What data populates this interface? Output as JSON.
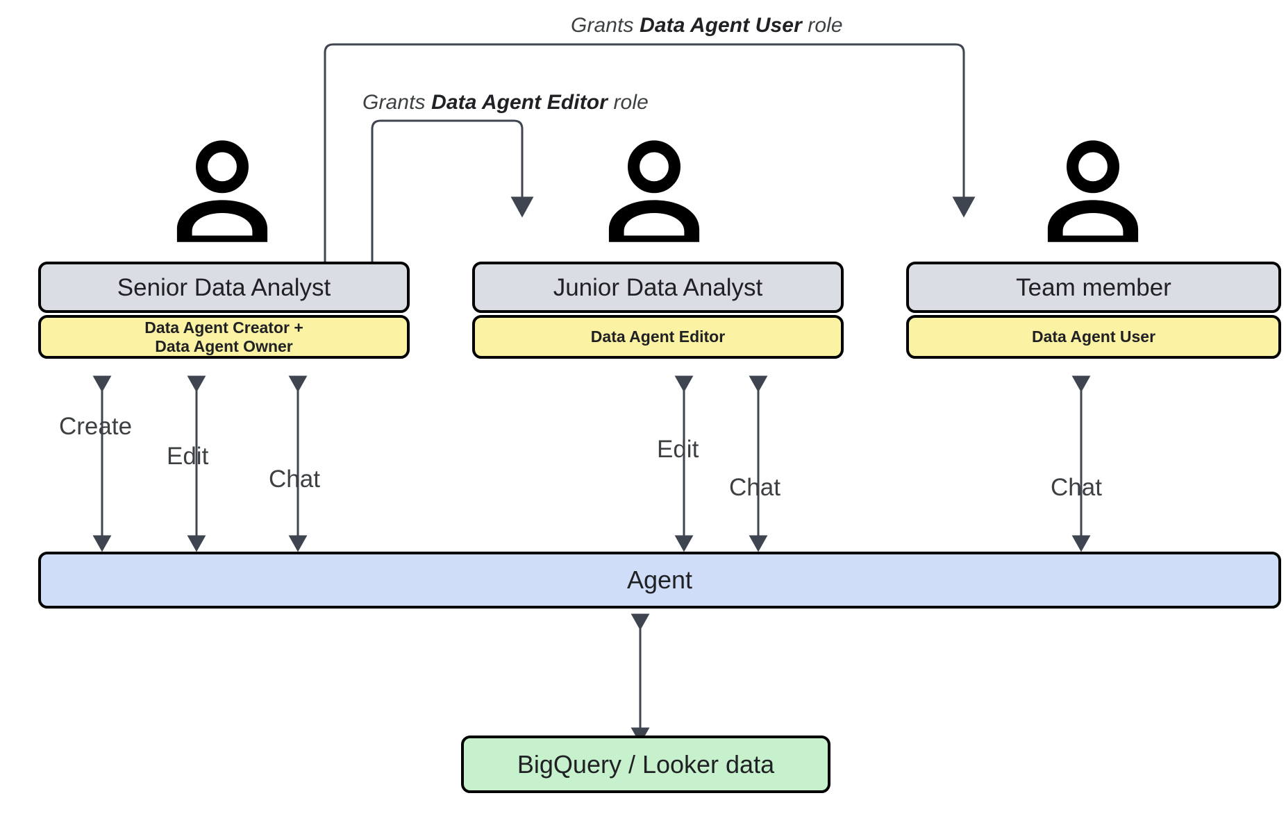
{
  "diagram": {
    "title": "Data Agent roles and permissions diagram",
    "colors": {
      "card_title_bg": "#dadde3",
      "card_role_bg": "#fbf2a4",
      "agent_bg": "#cfddf8",
      "data_bg": "#c7f0cc",
      "border": "#000000",
      "arrow": "#3f4550",
      "text": "#202124"
    }
  },
  "grant_connectors": [
    {
      "id": "grant-user",
      "prefix": "Grants ",
      "emphasis": "Data Agent User",
      "suffix": " role",
      "from": "Senior Data Analyst",
      "to": "Team member"
    },
    {
      "id": "grant-editor",
      "prefix": "Grants ",
      "emphasis": "Data Agent Editor",
      "suffix": " role",
      "from": "Senior Data Analyst",
      "to": "Junior Data Analyst"
    }
  ],
  "personas": [
    {
      "id": "senior-data-analyst",
      "icon": "person-icon",
      "title": "Senior Data Analyst",
      "role_lines": [
        "Data Agent Creator +",
        "Data Agent Owner"
      ],
      "actions": [
        "Create",
        "Edit",
        "Chat"
      ]
    },
    {
      "id": "junior-data-analyst",
      "icon": "person-icon",
      "title": "Junior Data Analyst",
      "role_lines": [
        "Data Agent Editor"
      ],
      "actions": [
        "Edit",
        "Chat"
      ]
    },
    {
      "id": "team-member",
      "icon": "person-icon",
      "title": "Team member",
      "role_lines": [
        "Data Agent User"
      ],
      "actions": [
        "Chat"
      ]
    }
  ],
  "agent": {
    "label": "Agent"
  },
  "data_source": {
    "label": "BigQuery / Looker data"
  }
}
